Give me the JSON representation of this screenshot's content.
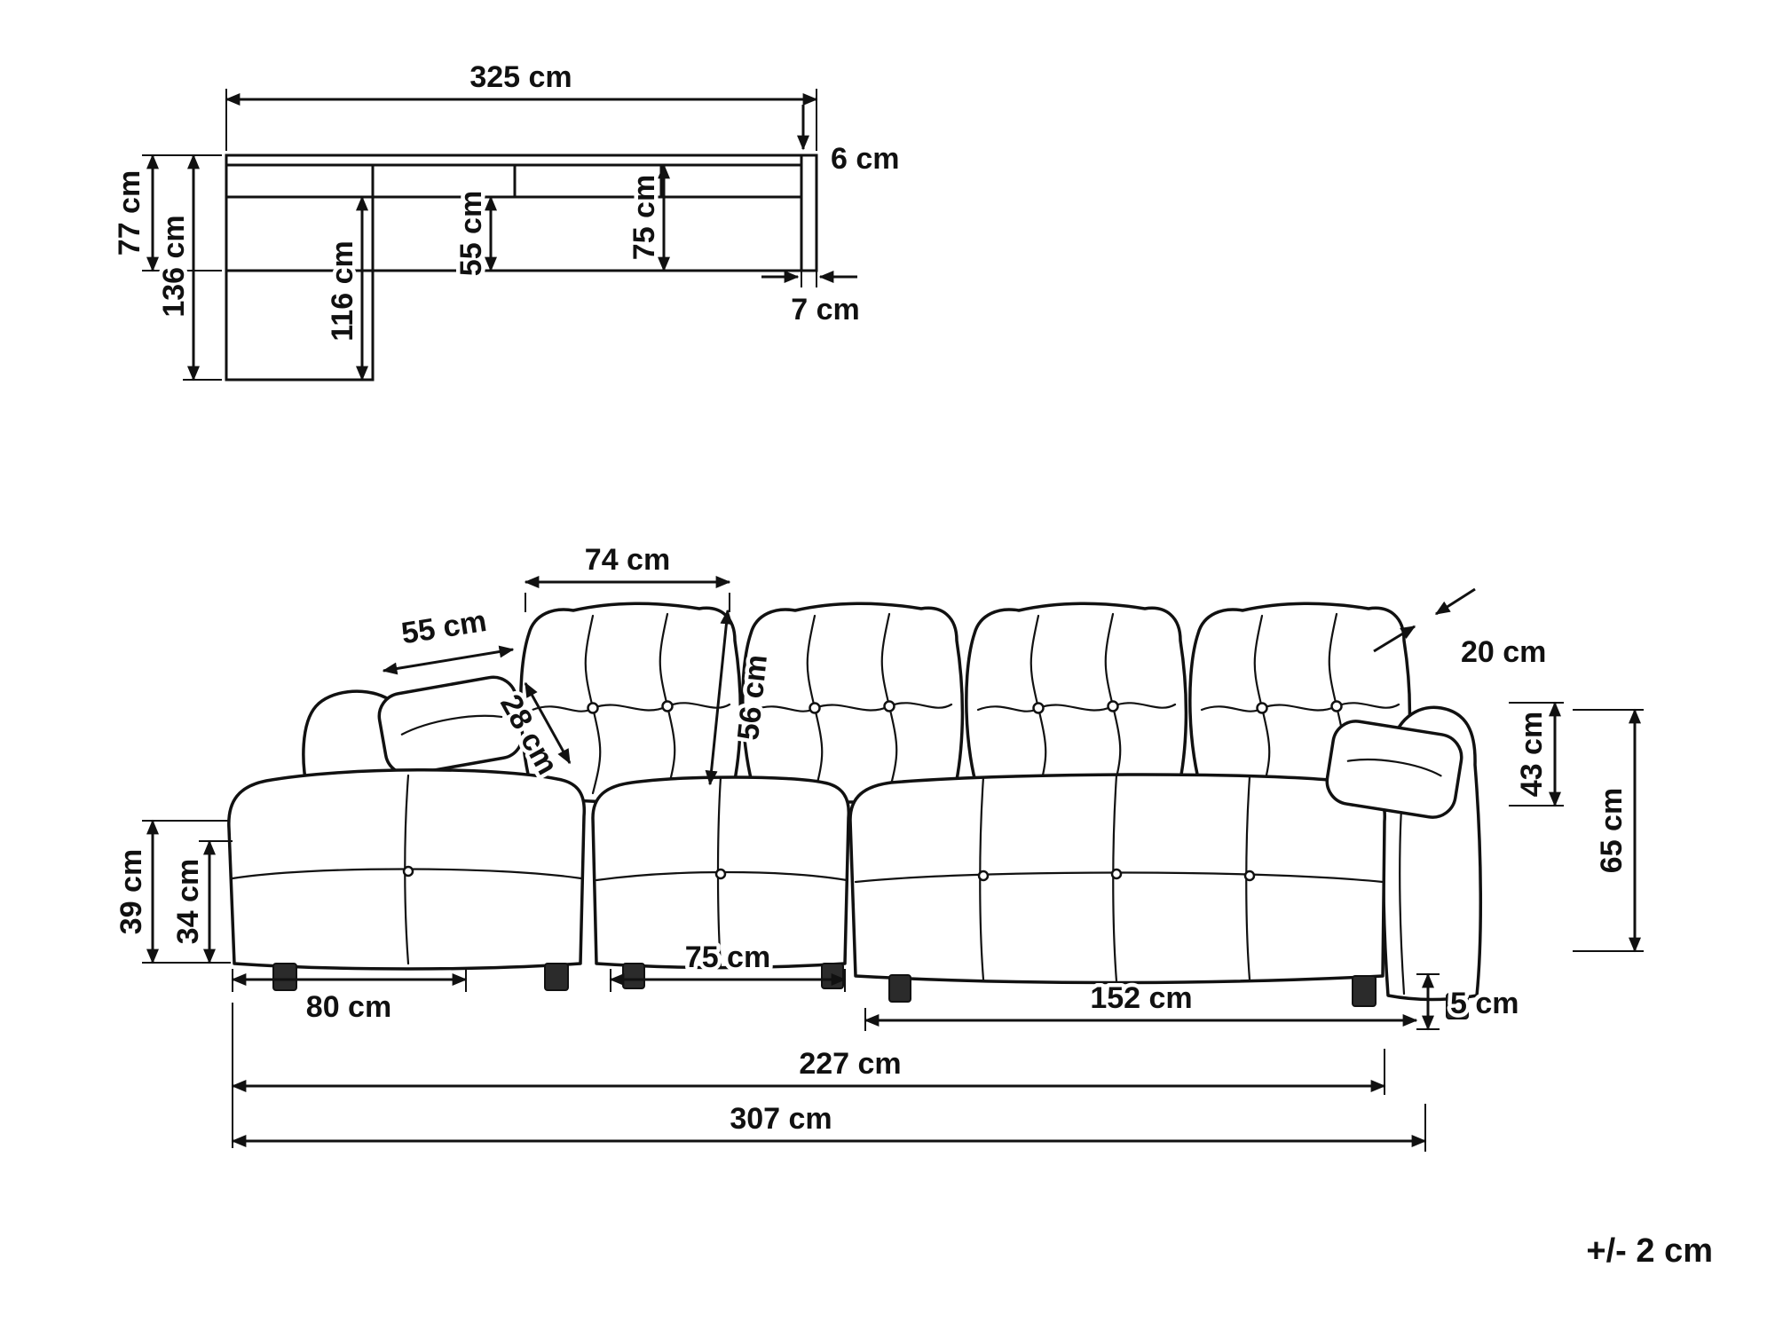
{
  "top_view": {
    "labels": {
      "total_width": "325 cm",
      "back_thickness": "6 cm",
      "seat_depth": "77 cm",
      "chaise_depth": "136 cm",
      "chaise_inner_depth": "116 cm",
      "seat_inner_depth": "55 cm",
      "backrest_to_front": "75 cm",
      "armrest_width": "7 cm"
    }
  },
  "front_view": {
    "labels": {
      "back_cushion_width": "74 cm",
      "back_cushion_height": "56 cm",
      "arm_pillow_width": "55 cm",
      "arm_pillow_depth": "28 cm",
      "back_cushion_thickness": "20 cm",
      "armrest_above_seat": "43 cm",
      "armrest_height": "65 cm",
      "chaise_height": "39 cm",
      "seat_height": "34 cm",
      "chaise_length": "80 cm",
      "middle_seat_width": "75 cm",
      "right_section_width": "152 cm",
      "inner_width": "227 cm",
      "total_width": "307 cm",
      "leg_height": "5 cm"
    }
  },
  "footnote": {
    "tolerance": "+/- 2 cm"
  }
}
